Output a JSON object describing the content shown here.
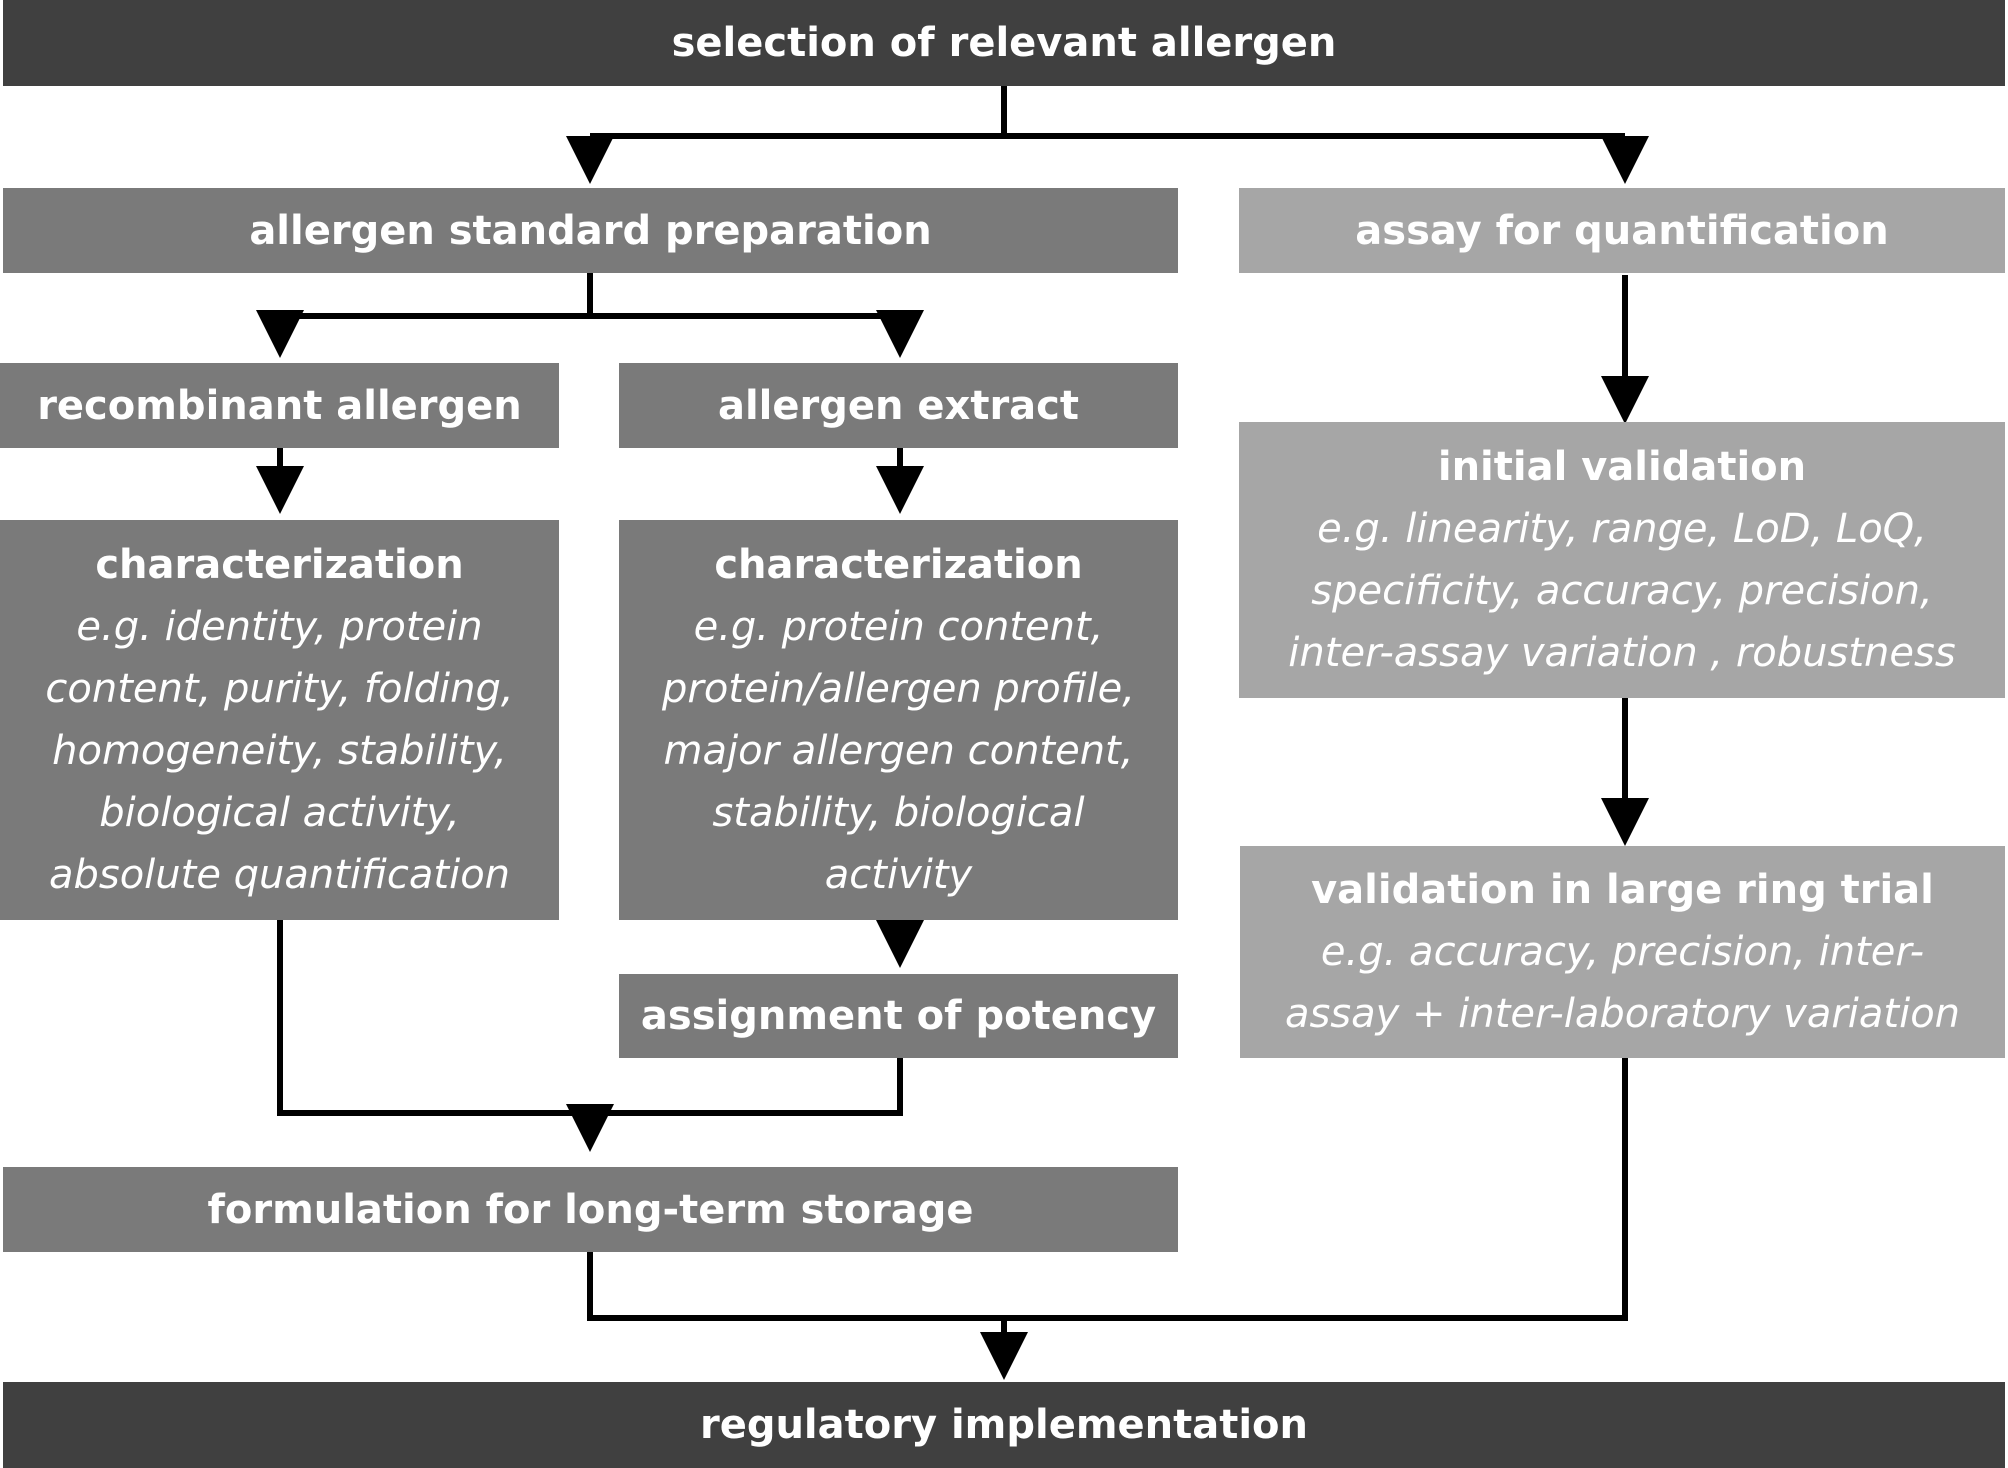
{
  "nodes": {
    "selection": {
      "title": "selection of relevant allergen"
    },
    "standard_prep": {
      "title": "allergen standard preparation"
    },
    "assay": {
      "title": "assay for quantification"
    },
    "recombinant": {
      "title": "recombinant allergen"
    },
    "extract": {
      "title": "allergen extract"
    },
    "char_recombinant": {
      "title": "characterization",
      "lines": [
        "e.g. identity, protein",
        "content, purity, folding,",
        "homogeneity, stability,",
        "biological activity,",
        "absolute quantification"
      ]
    },
    "char_extract": {
      "title": "characterization",
      "lines": [
        "e.g. protein content,",
        "protein/allergen profile,",
        "major allergen content,",
        "stability, biological",
        "activity"
      ]
    },
    "potency": {
      "title": "assignment of potency"
    },
    "initial_validation": {
      "title": "initial validation",
      "lines": [
        "e.g. linearity, range, LoD, LoQ,",
        "specificity, accuracy, precision,",
        "inter-assay variation , robustness"
      ]
    },
    "ring_trial": {
      "title": "validation in large ring trial",
      "lines": [
        "e.g. accuracy, precision, inter-",
        "assay + inter-laboratory variation"
      ]
    },
    "formulation": {
      "title": "formulation for long-term storage"
    },
    "regulatory": {
      "title": "regulatory implementation"
    }
  },
  "colors": {
    "dark": "#404040",
    "mid": "#7a7a7a",
    "light": "#a6a6a6",
    "line": "#000000"
  }
}
